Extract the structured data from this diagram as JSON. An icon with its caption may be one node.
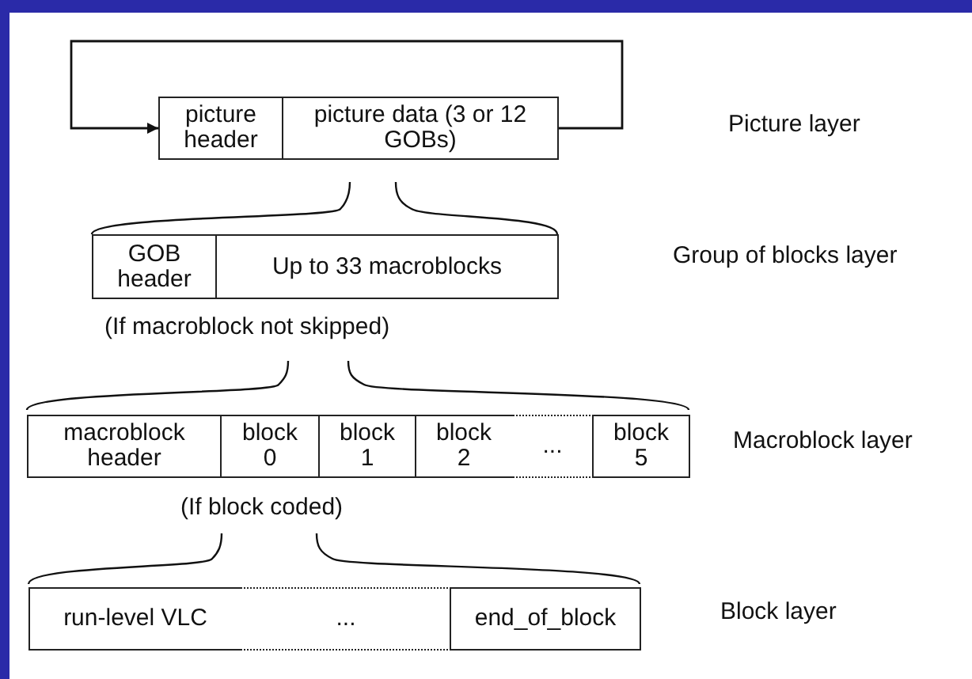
{
  "diagram": {
    "nodes": [
      {
        "text": [
          "picture header"
        ]
      },
      {
        "text": [
          "picture data (3 or 12 GOBs)"
        ]
      },
      {
        "text": [
          "GOB header"
        ]
      },
      {
        "text": [
          "Up to 33 macroblocks"
        ]
      },
      {
        "text": [
          "macroblock header"
        ]
      },
      {
        "text": [
          "block 0"
        ]
      },
      {
        "text": [
          "block 1"
        ]
      },
      {
        "text": [
          "block 2"
        ]
      },
      {
        "text": [
          "..."
        ]
      },
      {
        "text": [
          "block 5"
        ]
      },
      {
        "text": [
          "run-level VLC"
        ]
      },
      {
        "text": [
          "..."
        ]
      },
      {
        "text": [
          "end_of_block"
        ]
      }
    ],
    "edges": [
      {
        "from": 1,
        "to": 0,
        "arrow": "to"
      }
    ],
    "labels": [
      "Picture layer",
      "Group of blocks layer",
      "(If macroblock not skipped)",
      "Macroblock layer",
      "(If block coded)",
      "Block layer"
    ]
  }
}
